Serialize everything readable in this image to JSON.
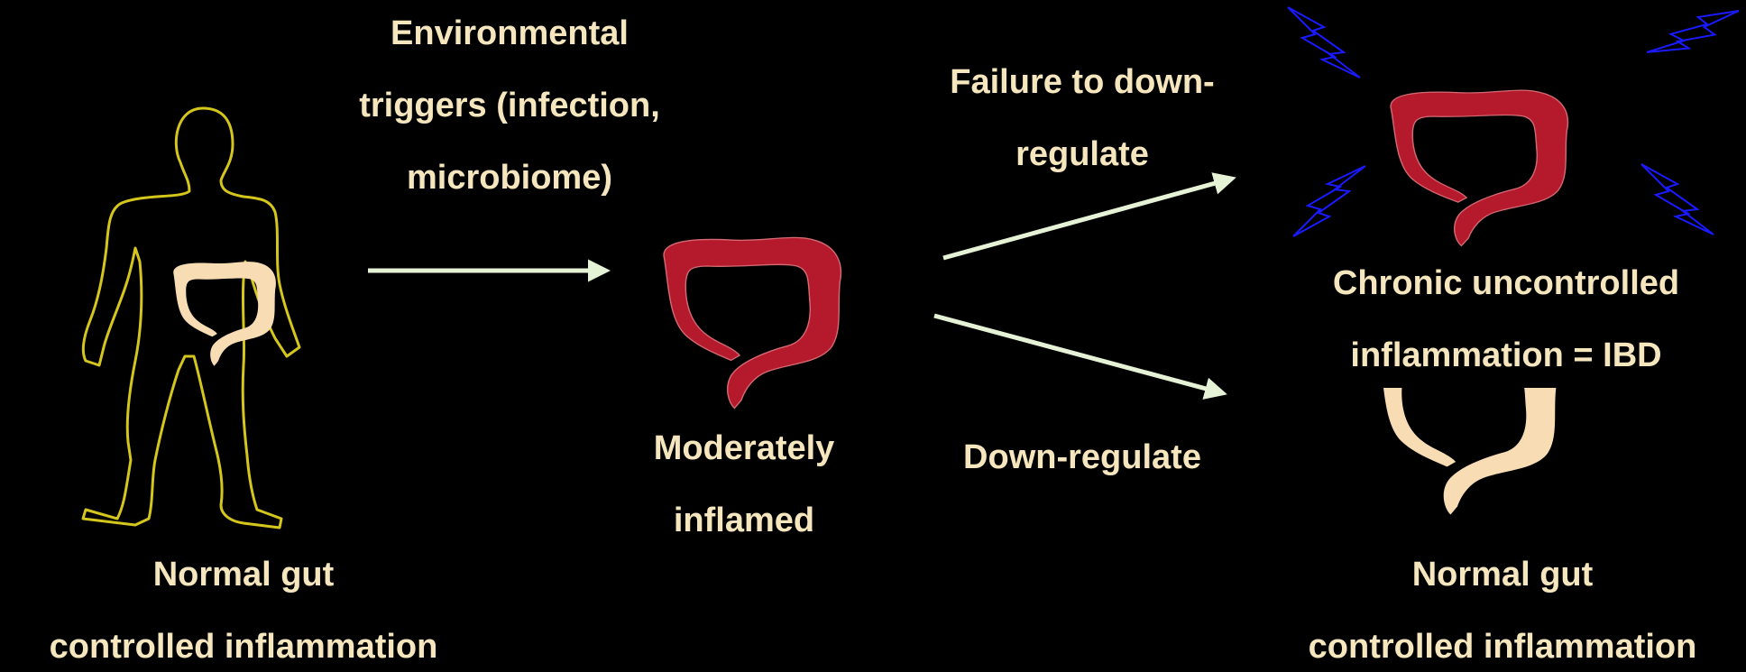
{
  "colors": {
    "background": "#000000",
    "text": "#f5e6bd",
    "arrow": "#e6f2d6",
    "body_outline": "#d4c61c",
    "inflamed_colon": "#b5192c",
    "normal_colon": "#f8dcb4",
    "lightning": "#1a1aff"
  },
  "labels": {
    "env_triggers": [
      "Environmental",
      "triggers (infection,",
      "microbiome)"
    ],
    "failure": [
      "Failure to down-",
      "regulate"
    ],
    "moderate": [
      "Moderately",
      "inflamed"
    ],
    "downreg": "Down-regulate",
    "chronic": [
      "Chronic uncontrolled",
      "inflammation = IBD"
    ],
    "normal_left": [
      "Normal gut",
      "controlled inflammation"
    ],
    "normal_right": [
      "Normal gut",
      "controlled inflammation"
    ]
  },
  "icons": [
    "human-body-outline-icon",
    "normal-colon-icon",
    "inflamed-colon-icon",
    "lightning-bolt-icon"
  ]
}
